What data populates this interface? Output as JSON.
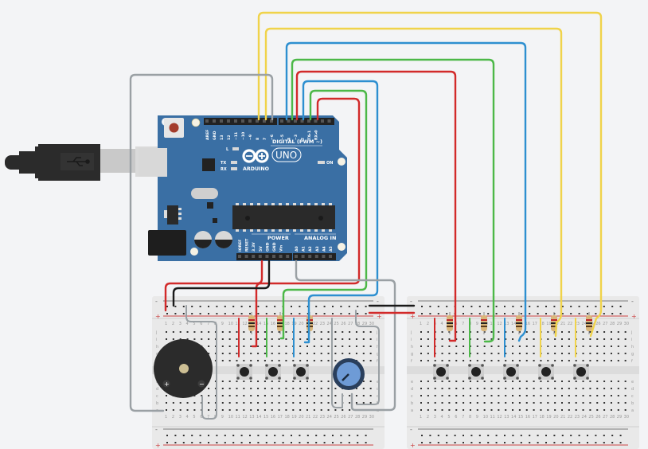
{
  "workspace": {
    "background": "#f3f4f6"
  },
  "arduino": {
    "name": "Arduino Uno",
    "logo_text": "ARDUINO",
    "model_badge": "UNO",
    "digital_label": "DIGITAL (PWM ~)",
    "power_label": "POWER",
    "analog_label": "ANALOG IN",
    "led_labels": [
      "L",
      "TX",
      "RX"
    ],
    "on_label": "ON",
    "digital_pins": [
      "AREF",
      "GND",
      "13",
      "12",
      "~11",
      "~10",
      "~9",
      "8",
      "7",
      "~6",
      "~5",
      "4",
      "~3",
      "2",
      "TX▸1",
      "RX◂0"
    ],
    "power_pins": [
      "IOREF",
      "RESET",
      "3.3V",
      "5V",
      "GND",
      "GND",
      "Vin"
    ],
    "analog_pins": [
      "A0",
      "A1",
      "A2",
      "A3",
      "A4",
      "A5"
    ],
    "board_color": "#3a6fa4"
  },
  "usb_cable": {
    "name": "USB cable",
    "icon": "usb-icon"
  },
  "breadboards": [
    {
      "name": "breadboard-left",
      "row_labels_top": [
        "j",
        "i",
        "h",
        "g",
        "f"
      ],
      "row_labels_bottom": [
        "e",
        "d",
        "c",
        "b",
        "a"
      ],
      "columns": 30,
      "rail_minus": "-",
      "rail_plus": "+"
    },
    {
      "name": "breadboard-right",
      "row_labels_top": [
        "j",
        "i",
        "h",
        "g",
        "f"
      ],
      "row_labels_bottom": [
        "e",
        "d",
        "c",
        "b",
        "a"
      ],
      "columns": 30,
      "rail_minus": "-",
      "rail_plus": "+"
    }
  ],
  "components": {
    "buzzer": {
      "name": "Piezo buzzer",
      "plus": "+",
      "minus": "−"
    },
    "potentiometer": {
      "name": "Potentiometer",
      "color": "#6e9bd6"
    },
    "pushbuttons": 8,
    "resistors": 8
  },
  "wire_colors": {
    "yellow": "#f0d34a",
    "blue": "#2d8fd0",
    "green": "#4cb848",
    "red": "#d22a2a",
    "gray": "#9aa0a4",
    "black": "#1a1a1a"
  }
}
